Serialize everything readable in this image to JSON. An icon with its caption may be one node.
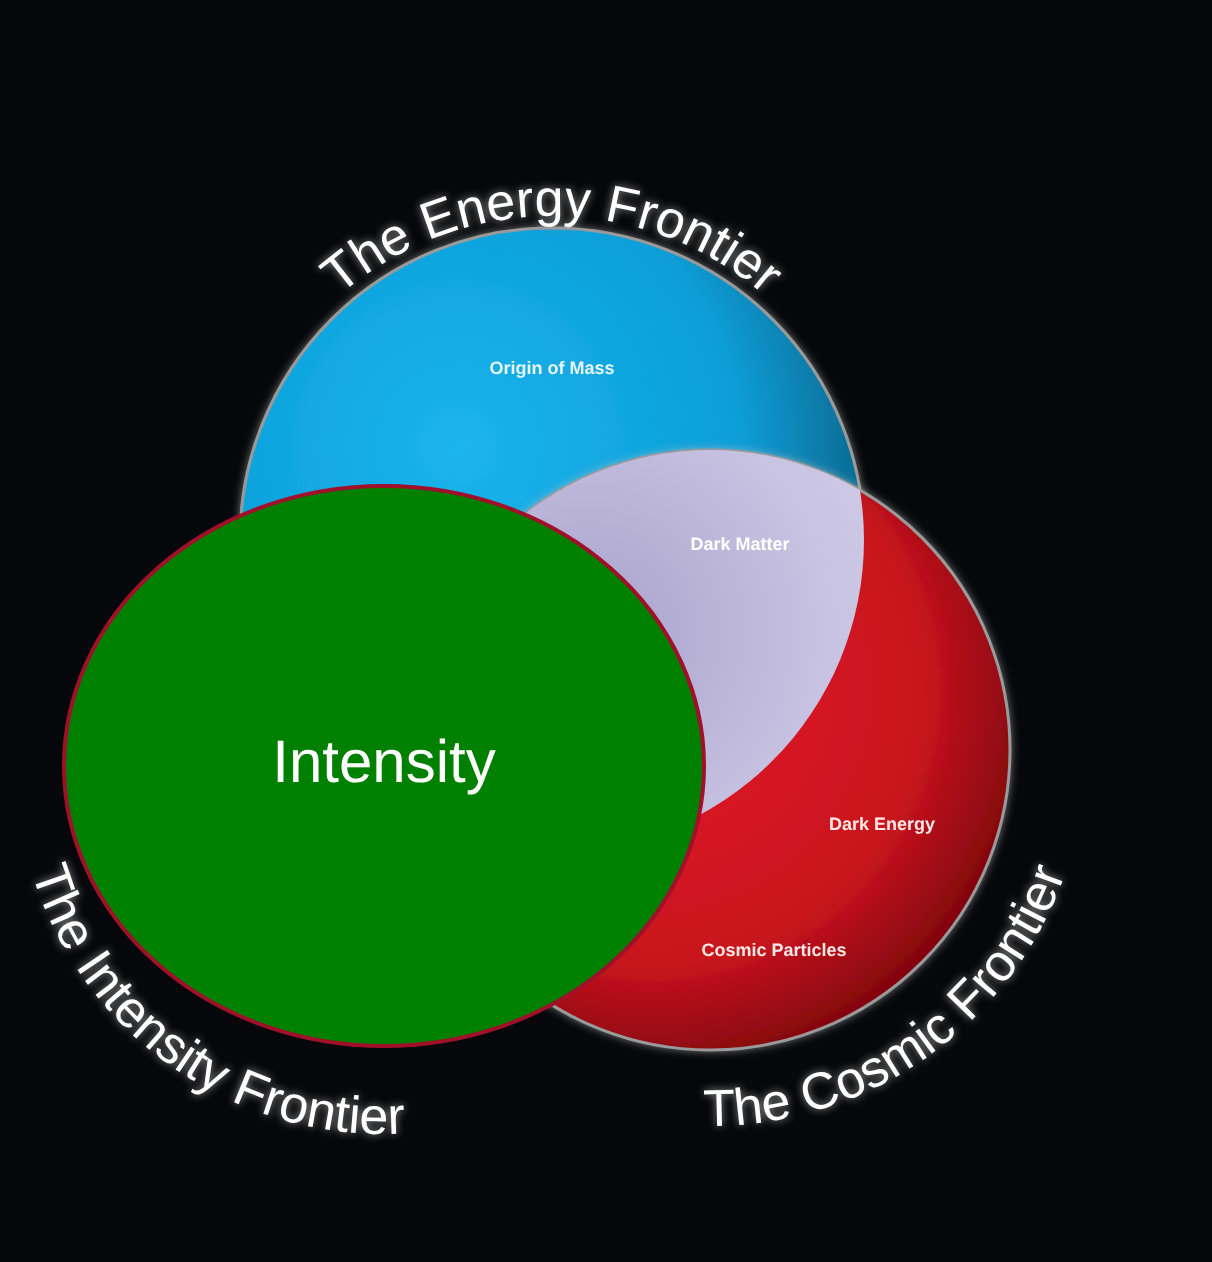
{
  "diagram": {
    "nodes": [
      {
        "text": [
          "The Energy Frontier",
          "Origin of Mass"
        ]
      },
      {
        "text": [
          "Dark Energy",
          "Cosmic Particles",
          "The Cosmic Frontier"
        ]
      },
      {
        "text": [
          "Dark Matter"
        ]
      },
      {
        "text": [
          "Intensity",
          "The Intensity Frontier"
        ]
      }
    ]
  }
}
